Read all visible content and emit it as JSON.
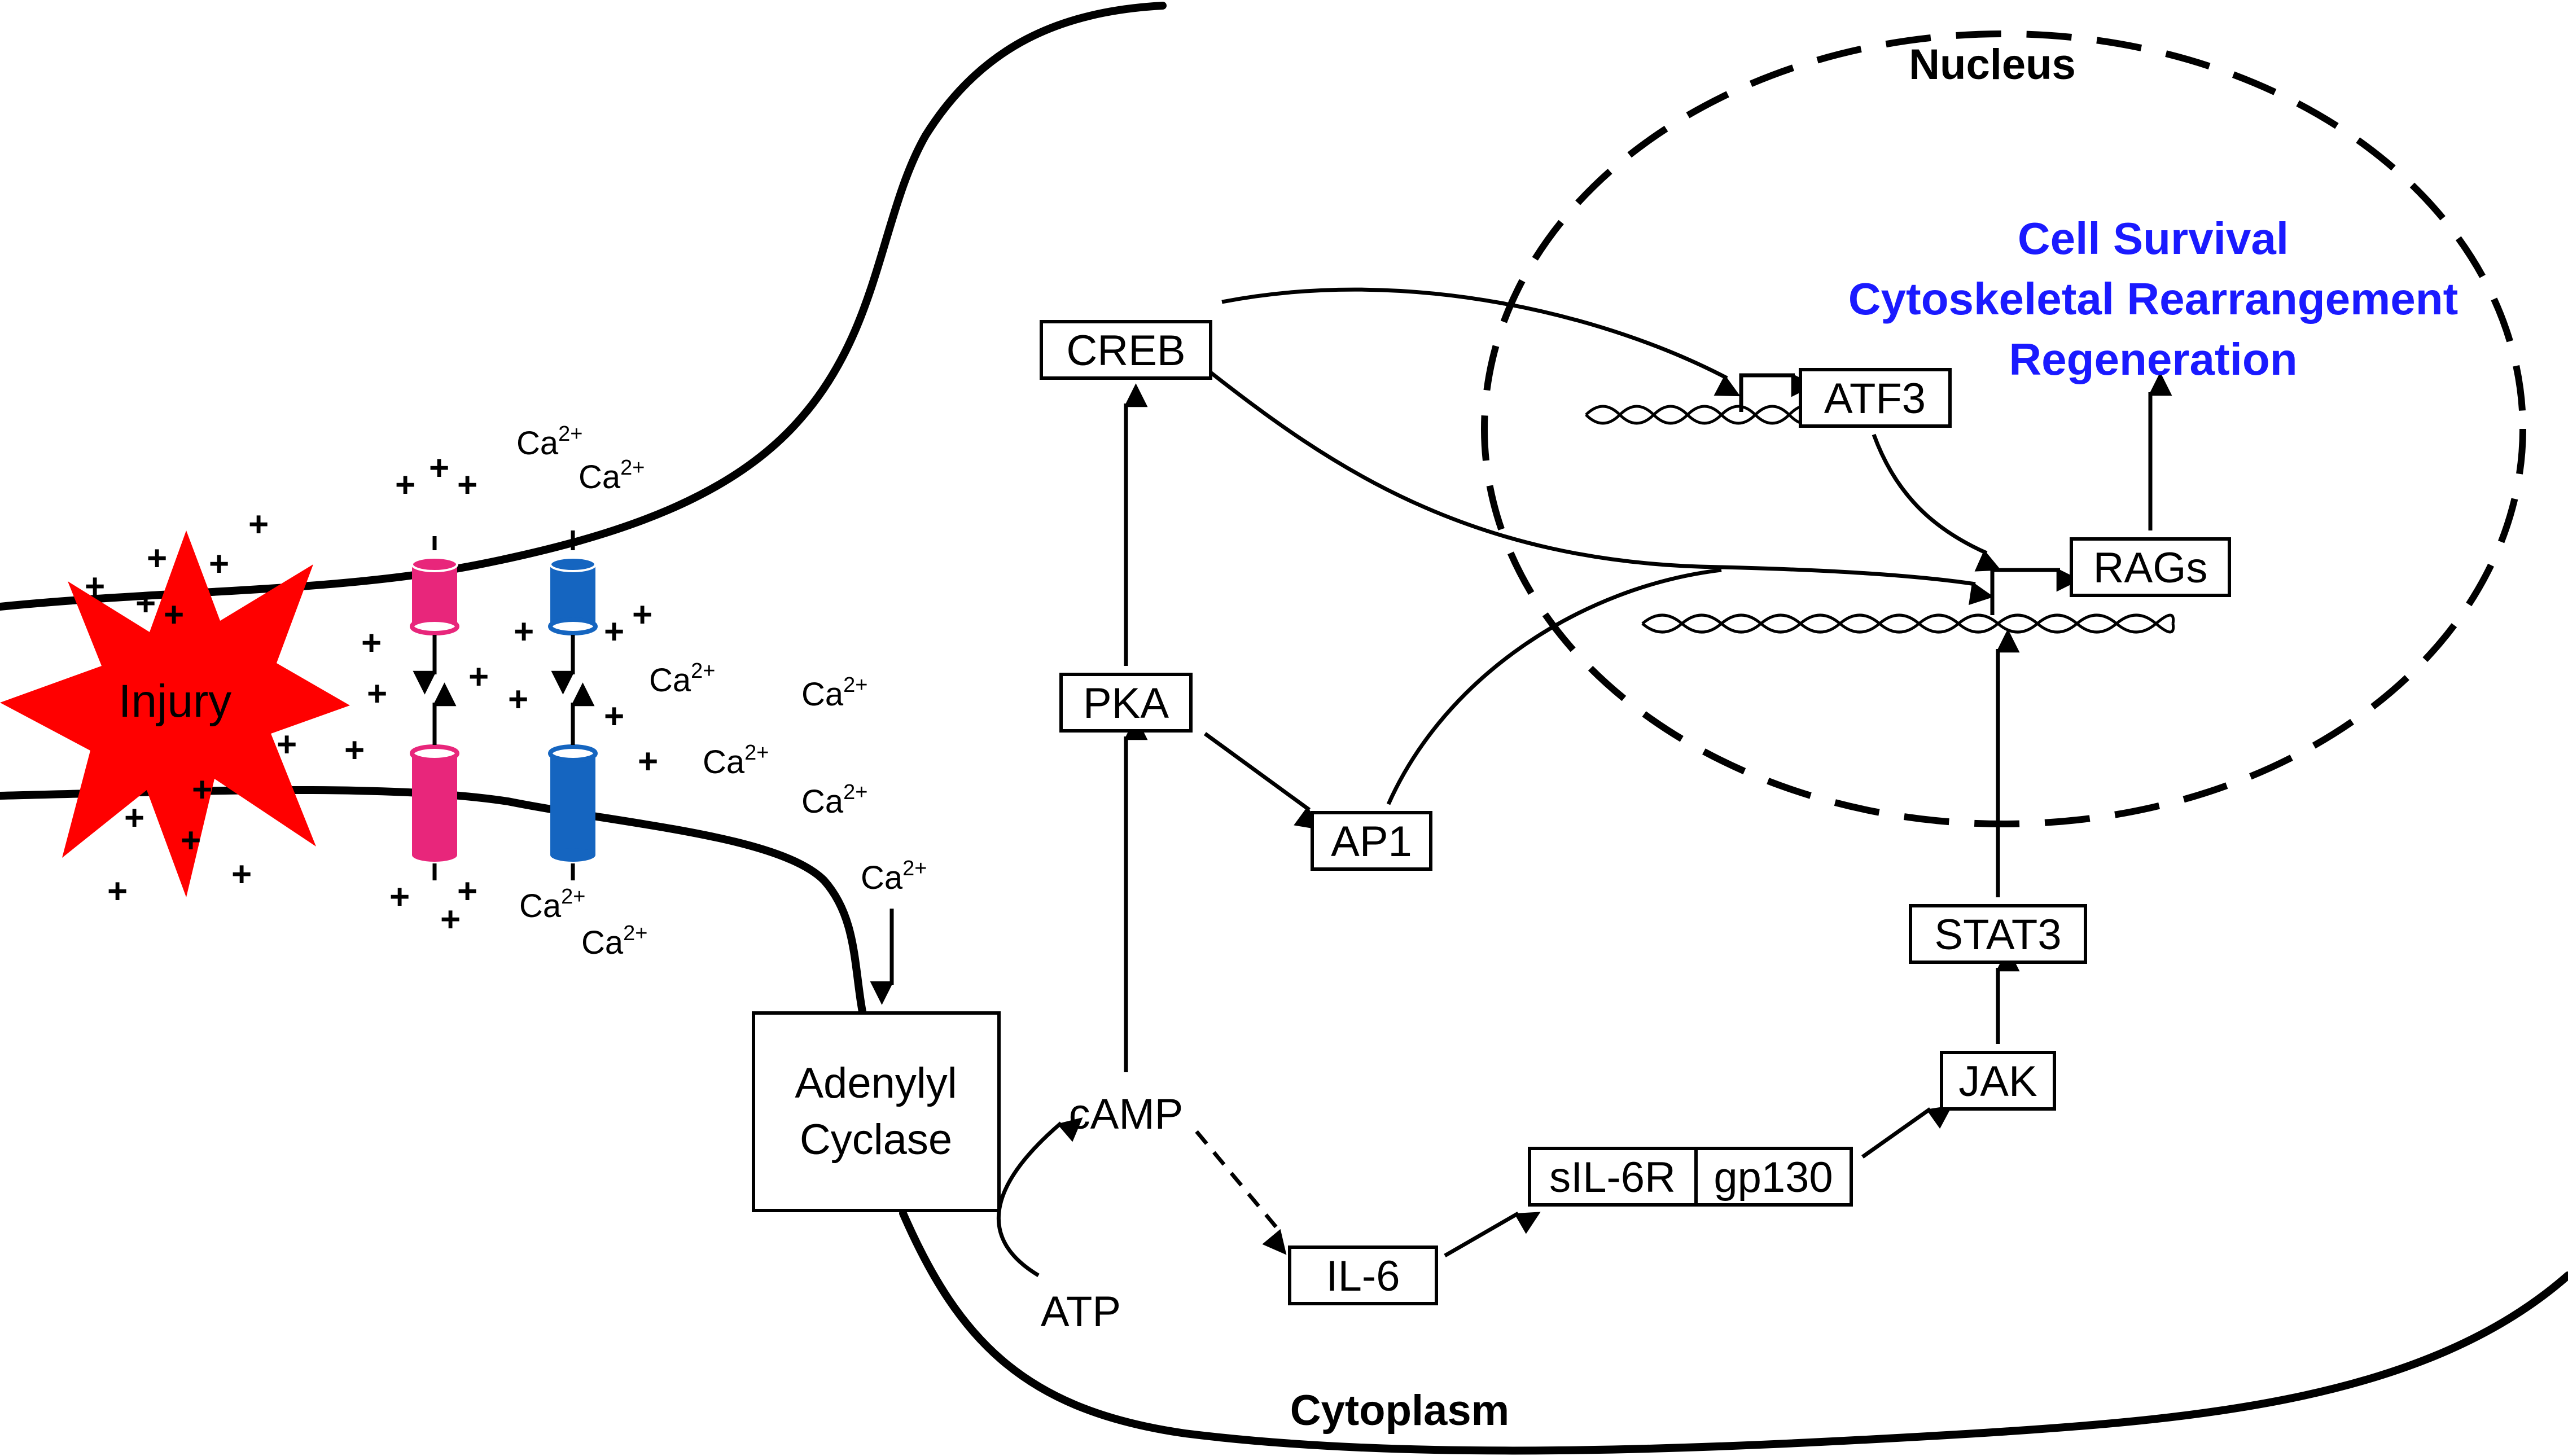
{
  "regions": {
    "nucleus": "Nucleus",
    "cytoplasm": "Cytoplasm"
  },
  "injury": {
    "label": "Injury"
  },
  "ion": {
    "base": "Ca",
    "charge": "2+"
  },
  "nodes": {
    "adenylyl_cyclase": [
      "Adenylyl",
      "Cyclase"
    ],
    "camp": "cAMP",
    "atp": "ATP",
    "pka": "PKA",
    "creb": "CREB",
    "ap1": "AP1",
    "il6": "IL-6",
    "sil6r": "sIL-6R",
    "gp130": "gp130",
    "jak": "JAK",
    "stat3": "STAT3",
    "atf3": "ATF3",
    "rags": "RAGs"
  },
  "outcomes": [
    "Cell Survival",
    "Cytoskeletal Rearrangement",
    "Regeneration"
  ],
  "colors": {
    "injury": "#ff0000",
    "channel_pink": "#e8267b",
    "channel_blue": "#1565c0",
    "outcome_text": "#1a1aff",
    "line": "#000000"
  }
}
